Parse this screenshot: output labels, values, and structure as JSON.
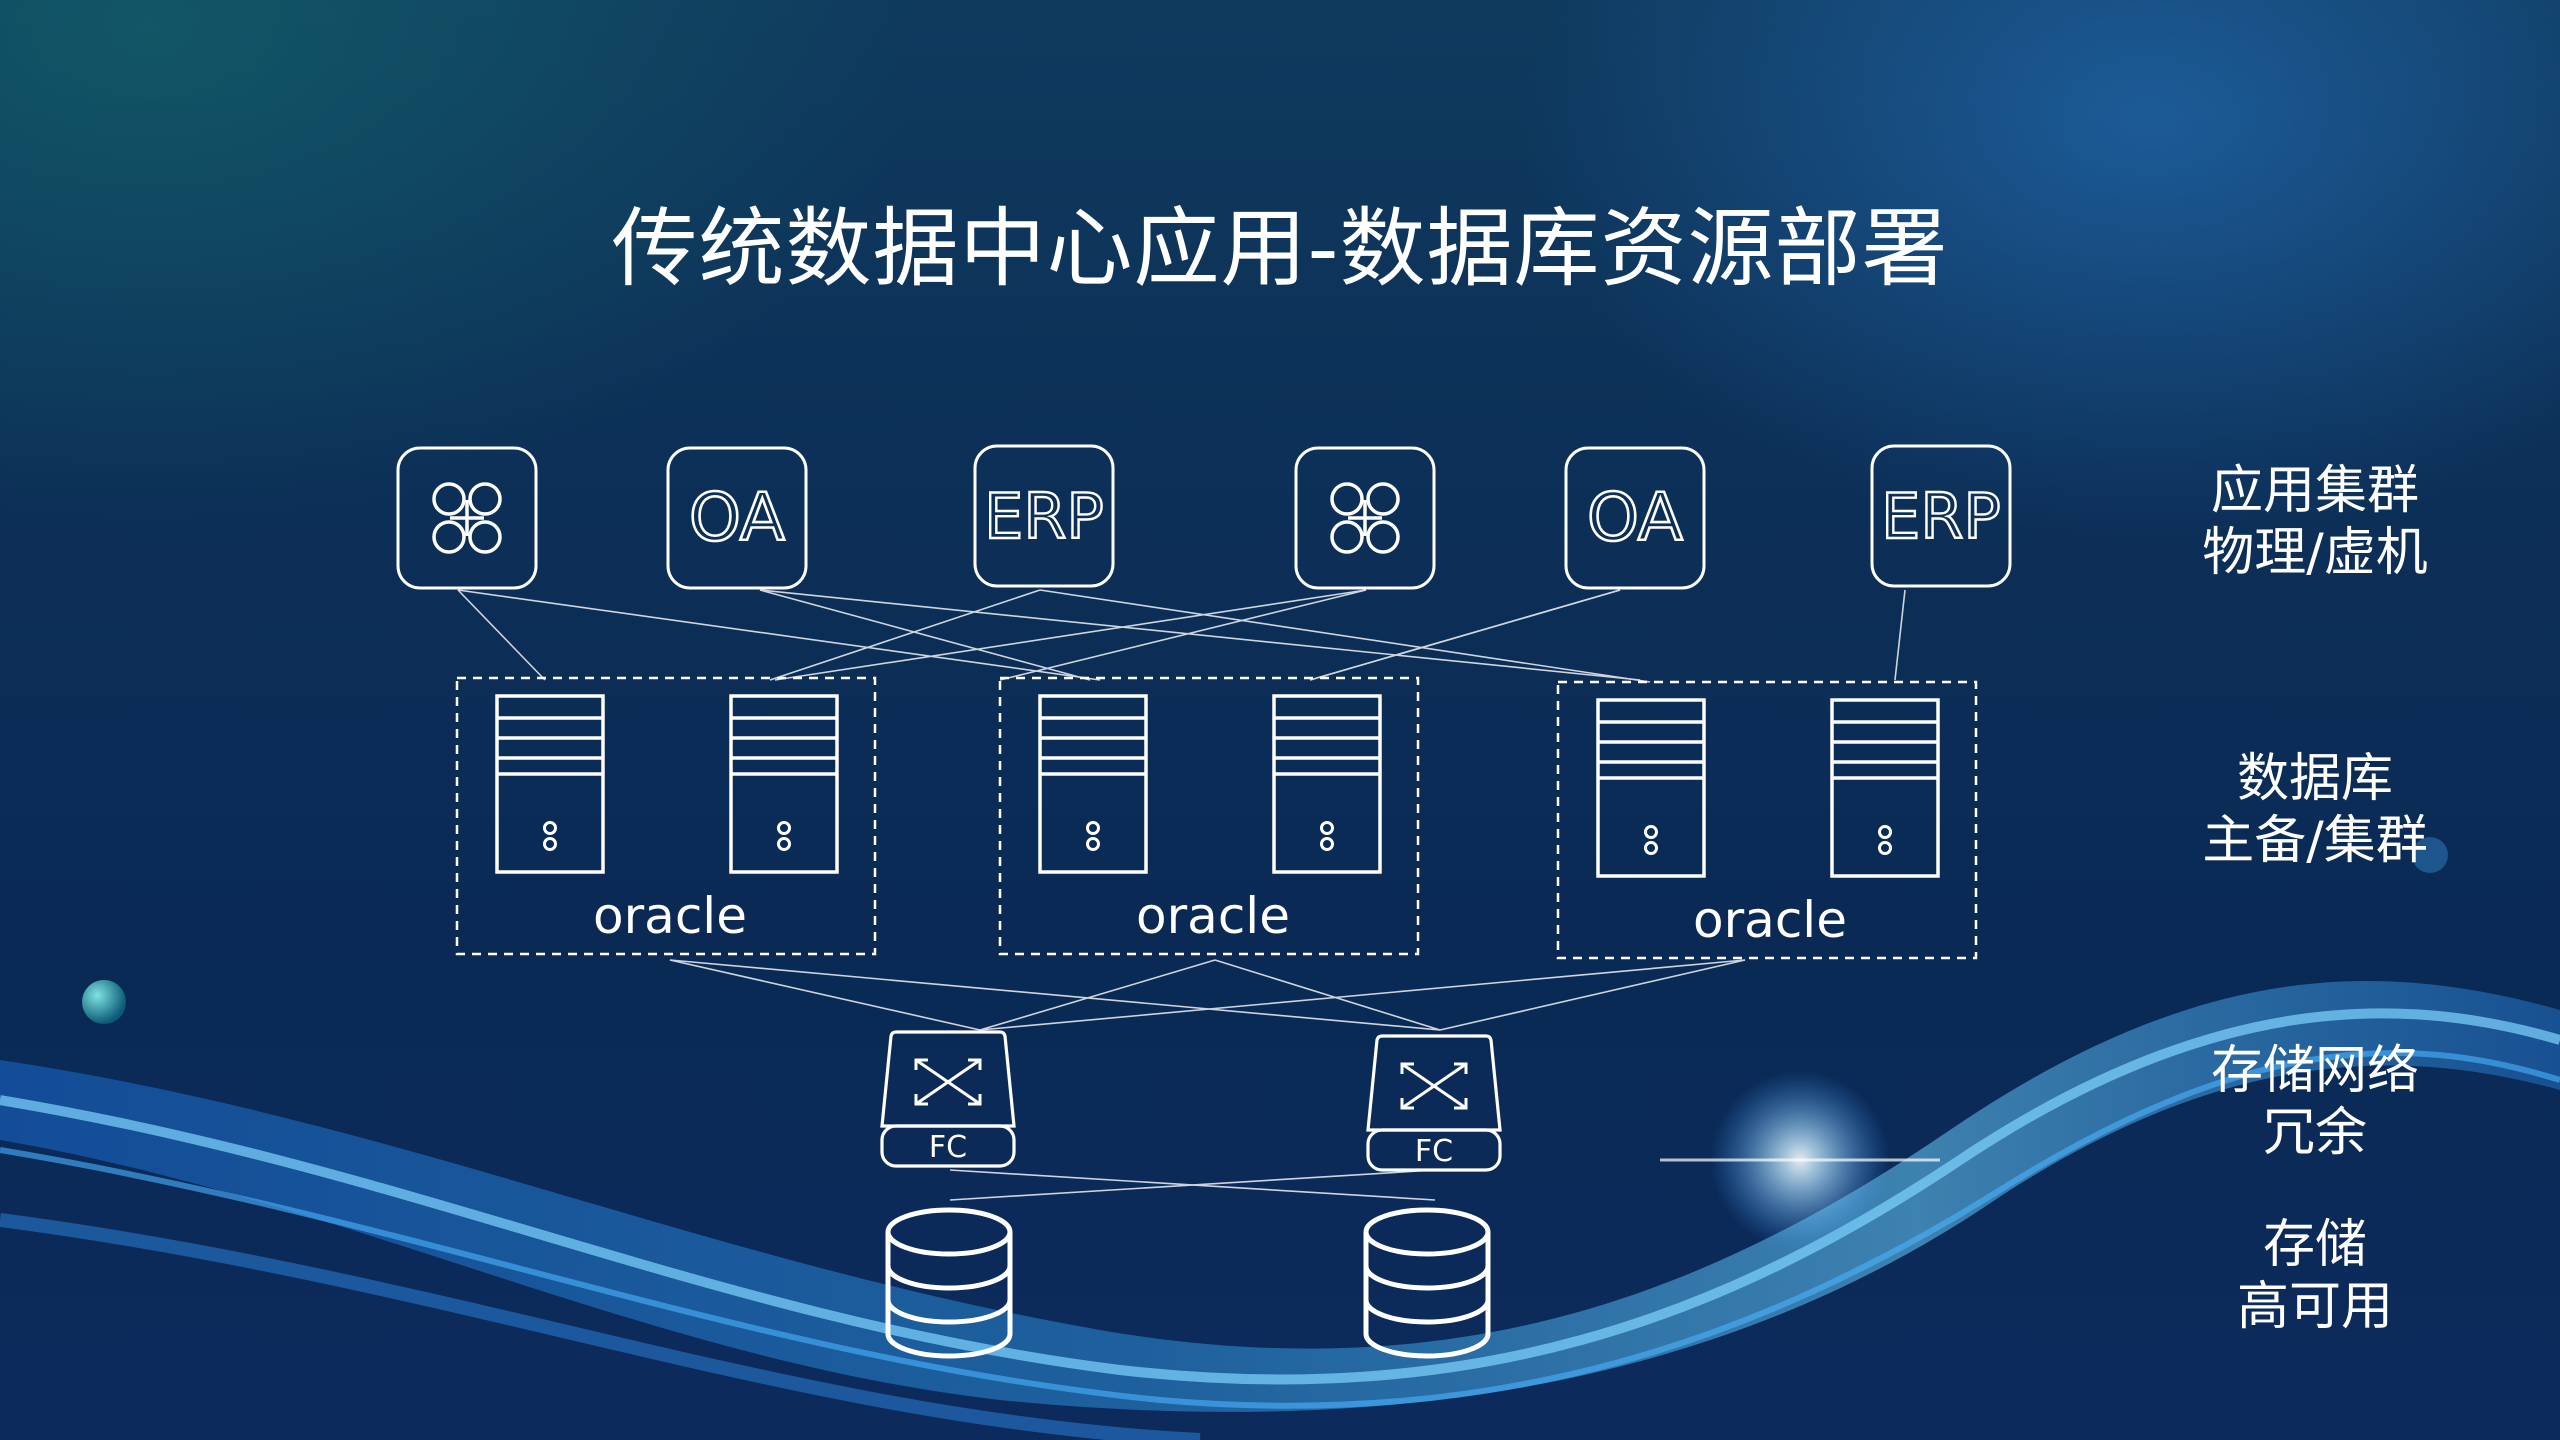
{
  "title": "传统数据中心应用-数据库资源部署",
  "apps": [
    {
      "icon": "app-grid-icon",
      "label": ""
    },
    {
      "icon": "oa-icon",
      "label": "OA"
    },
    {
      "icon": "erp-icon",
      "label": "ERP"
    },
    {
      "icon": "app-grid-icon",
      "label": ""
    },
    {
      "icon": "oa-icon",
      "label": "OA"
    },
    {
      "icon": "erp-icon",
      "label": "ERP"
    }
  ],
  "db_groups": [
    {
      "label": "oracle"
    },
    {
      "label": "oracle"
    },
    {
      "label": "oracle"
    }
  ],
  "switches": [
    {
      "label": "FC"
    },
    {
      "label": "FC"
    }
  ],
  "layer_labels": {
    "app": {
      "line1": "应用集群",
      "line2": "物理/虚机"
    },
    "db": {
      "line1": "数据库",
      "line2": "主备/集群"
    },
    "network": {
      "line1": "存储网络",
      "line2": "冗余"
    },
    "storage": {
      "line1": "存储",
      "line2": "高可用"
    }
  },
  "colors": {
    "line": "#ffffff",
    "accent": "#3aa0ff"
  }
}
